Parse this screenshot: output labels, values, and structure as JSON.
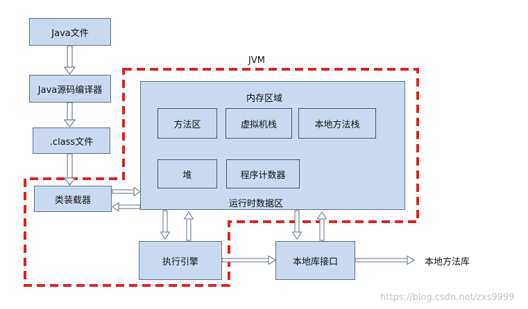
{
  "jvm_label": "JVM",
  "nodes": {
    "java_file": "Java文件",
    "java_compiler": "Java源码编译器",
    "class_file": ".class文件",
    "class_loader": "类装载器",
    "memory_area_title": "内存区域",
    "method_area": "方法区",
    "vm_stack": "虚拟机栈",
    "native_method_stack": "本地方法栈",
    "heap": "堆",
    "program_counter": "程序计数器",
    "runtime_data_area": "运行时数据区",
    "execution_engine": "执行引擎",
    "native_interface": "本地库接口",
    "native_library": "本地方法库"
  },
  "colors": {
    "box_fill": "#c9daf0",
    "box_border": "#5e6f86",
    "jvm_border": "#e02020",
    "arrow": "#6b7a8c"
  },
  "watermark": "https://blog.csdn.net/zxs9999"
}
